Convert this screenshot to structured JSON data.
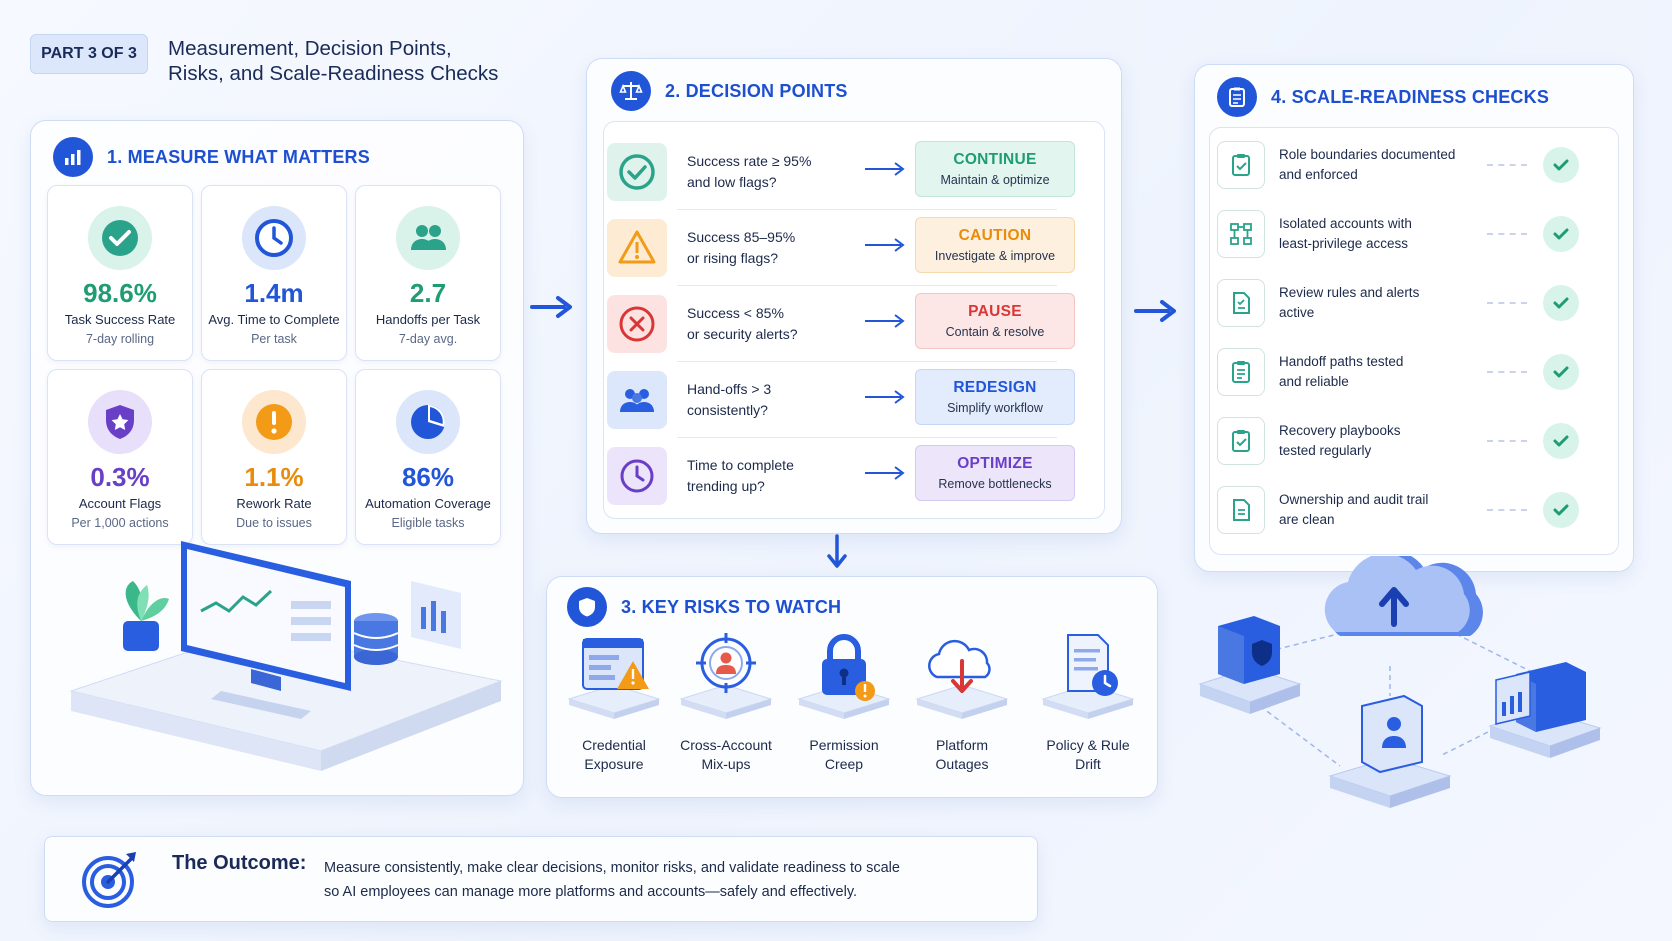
{
  "header": {
    "badge": "PART 3 OF 3",
    "title_line1": "Measurement, Decision Points,",
    "title_line2": "Risks, and Scale-Readiness Checks"
  },
  "colors": {
    "primary_blue": "#2156d9",
    "green": "#1e9c73",
    "orange": "#e98b0c",
    "red": "#d93636",
    "purple": "#6a3fc8",
    "teal": "#2aa38a"
  },
  "measure": {
    "title": "1. MEASURE WHAT MATTERS",
    "metrics": [
      {
        "value": "98.6%",
        "label": "Task Success Rate",
        "sub": "7-day rolling",
        "icon": "check-circle-icon"
      },
      {
        "value": "1.4m",
        "label": "Avg. Time to Complete",
        "sub": "Per task",
        "icon": "clock-icon"
      },
      {
        "value": "2.7",
        "label": "Handoffs per Task",
        "sub": "7-day avg.",
        "icon": "users-icon"
      },
      {
        "value": "0.3%",
        "label": "Account Flags",
        "sub": "Per 1,000 actions",
        "icon": "shield-check-icon"
      },
      {
        "value": "1.1%",
        "label": "Rework Rate",
        "sub": "Due to issues",
        "icon": "alert-icon"
      },
      {
        "value": "86%",
        "label": "Automation Coverage",
        "sub": "Eligible tasks",
        "icon": "pie-chart-icon"
      }
    ]
  },
  "decisions": {
    "title": "2. DECISION POINTS",
    "rows": [
      {
        "q1": "Success rate ≥ 95%",
        "q2": "and low flags?",
        "action": "CONTINUE",
        "desc": "Maintain & optimize"
      },
      {
        "q1": "Success 85–95%",
        "q2": "or rising flags?",
        "action": "CAUTION",
        "desc": "Investigate & improve"
      },
      {
        "q1": "Success < 85%",
        "q2": "or security alerts?",
        "action": "PAUSE",
        "desc": "Contain & resolve"
      },
      {
        "q1": "Hand-offs > 3",
        "q2": "consistently?",
        "action": "REDESIGN",
        "desc": "Simplify workflow"
      },
      {
        "q1": "Time to complete",
        "q2": "trending up?",
        "action": "OPTIMIZE",
        "desc": "Remove bottlenecks"
      }
    ]
  },
  "risks": {
    "title": "3. KEY RISKS TO WATCH",
    "items": [
      {
        "l1": "Credential",
        "l2": "Exposure"
      },
      {
        "l1": "Cross-Account",
        "l2": "Mix-ups"
      },
      {
        "l1": "Permission",
        "l2": "Creep"
      },
      {
        "l1": "Platform",
        "l2": "Outages"
      },
      {
        "l1": "Policy & Rule",
        "l2": "Drift"
      }
    ]
  },
  "checks": {
    "title": "4. SCALE-READINESS CHECKS",
    "items": [
      {
        "l1": "Role boundaries documented",
        "l2": "and enforced"
      },
      {
        "l1": "Isolated accounts with",
        "l2": "least-privilege access"
      },
      {
        "l1": "Review rules and alerts",
        "l2": "active"
      },
      {
        "l1": "Handoff paths tested",
        "l2": "and reliable"
      },
      {
        "l1": "Recovery playbooks",
        "l2": "tested regularly"
      },
      {
        "l1": "Ownership and audit trail",
        "l2": "are clean"
      }
    ]
  },
  "outcome": {
    "title": "The Outcome:",
    "line1": "Measure consistently, make clear decisions, monitor risks, and validate readiness to scale",
    "line2": "so AI employees can manage more platforms and accounts—safely and effectively."
  }
}
